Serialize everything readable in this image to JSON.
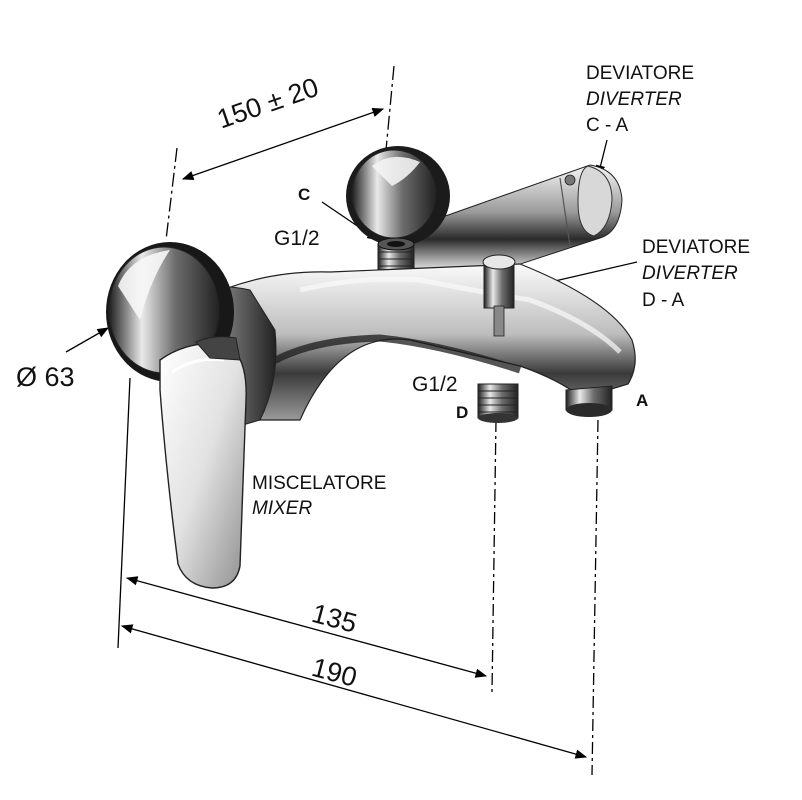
{
  "dimensions": {
    "spacing": "150 ± 20",
    "diameter": "Ø 63",
    "length_d": "135",
    "length_a": "190"
  },
  "labels": {
    "diverter_ca": {
      "it": "DEVIATORE",
      "en": "DIVERTER",
      "code": "C - A"
    },
    "diverter_da": {
      "it": "DEVIATORE",
      "en": "DIVERTER",
      "code": "D - A"
    },
    "mixer": {
      "it": "MISCELATORE",
      "en": "MIXER"
    },
    "port_c": {
      "letter": "C",
      "thread": "G1/2"
    },
    "port_d": {
      "letter": "D",
      "thread": "G1/2"
    },
    "port_a": {
      "letter": "A"
    }
  }
}
